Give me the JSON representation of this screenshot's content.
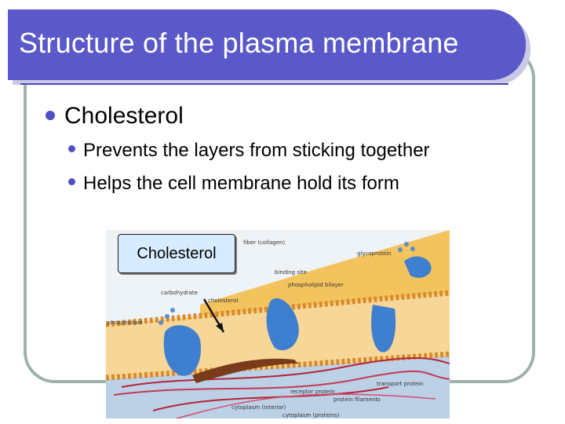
{
  "slide": {
    "title": "Structure of the plasma membrane",
    "bullet": "Cholesterol",
    "subbullets": [
      "Prevents the layers from sticking together",
      "Helps the cell membrane hold its form"
    ],
    "callout_label": "Cholesterol"
  },
  "figure": {
    "labels": [
      "fiber (collagen)",
      "glycoprotein",
      "binding site",
      "phospholipid bilayer",
      "carbohydrate",
      "cholesterol",
      "phospholipid",
      "receptor protein",
      "transport protein",
      "protein filaments",
      "cytoplasm (interior)",
      "cytoplasm (proteins)"
    ]
  },
  "colors": {
    "title_bg": "#5b59c9",
    "bullet": "#4f4fc4",
    "frame": "#9fb1a8",
    "callout_bg": "#d8ecff"
  }
}
